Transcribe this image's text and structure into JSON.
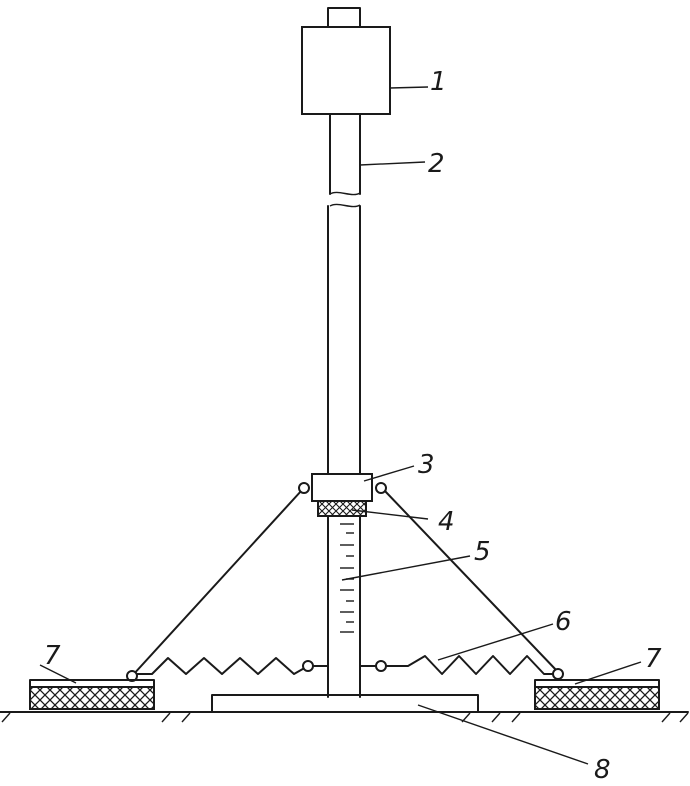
{
  "diagram": {
    "labels": {
      "block_1": "1",
      "rod_2": "2",
      "collar_3": "3",
      "grip_4": "4",
      "scale_5": "5",
      "spring_6": "6",
      "pad_left_7": "7",
      "pad_right_7": "7",
      "base_8": "8"
    }
  }
}
